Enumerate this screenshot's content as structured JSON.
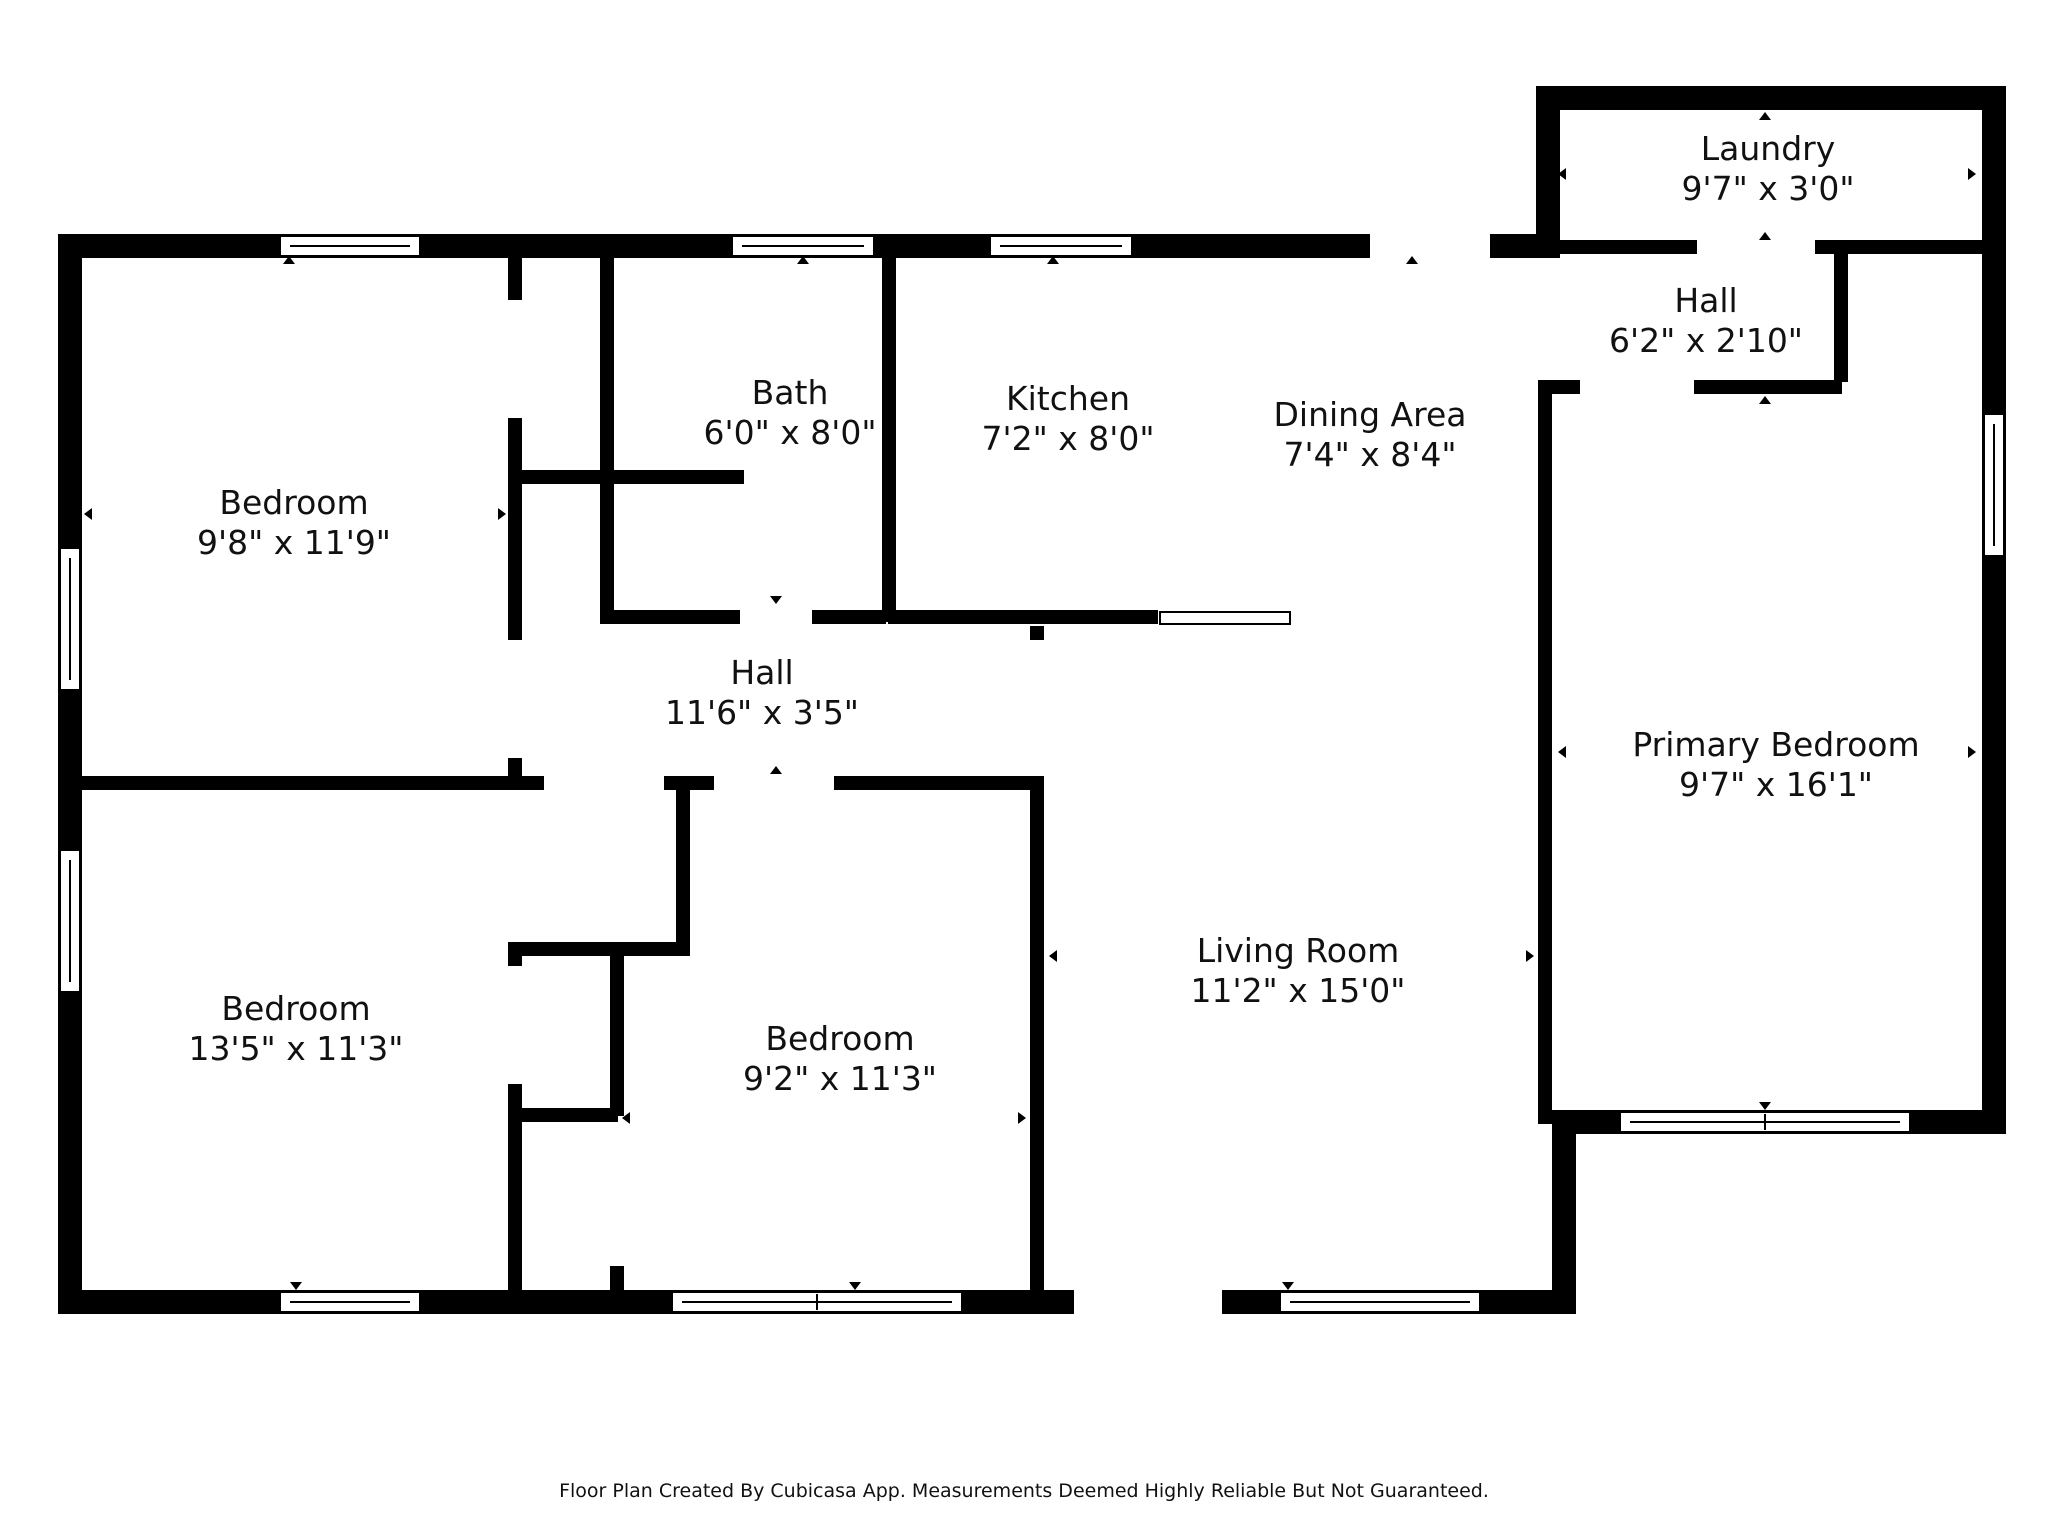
{
  "rooms": [
    {
      "id": "bedroom-1",
      "name": "Bedroom",
      "dims": "9'8\" x 11'9\""
    },
    {
      "id": "bedroom-2",
      "name": "Bedroom",
      "dims": "13'5\" x 11'3\""
    },
    {
      "id": "bedroom-3",
      "name": "Bedroom",
      "dims": "9'2\" x 11'3\""
    },
    {
      "id": "bath",
      "name": "Bath",
      "dims": "6'0\" x 8'0\""
    },
    {
      "id": "kitchen",
      "name": "Kitchen",
      "dims": "7'2\" x 8'0\""
    },
    {
      "id": "dining-area",
      "name": "Dining Area",
      "dims": "7'4\" x 8'4\""
    },
    {
      "id": "hall-main",
      "name": "Hall",
      "dims": "11'6\" x 3'5\""
    },
    {
      "id": "living-room",
      "name": "Living Room",
      "dims": "11'2\" x 15'0\""
    },
    {
      "id": "laundry",
      "name": "Laundry",
      "dims": "9'7\" x 3'0\""
    },
    {
      "id": "hall-small",
      "name": "Hall",
      "dims": "6'2\" x 2'10\""
    },
    {
      "id": "primary-bedroom",
      "name": "Primary Bedroom",
      "dims": "9'7\" x 16'1\""
    }
  ],
  "footer": {
    "text": "Floor Plan Created By Cubicasa App. Measurements Deemed Highly Reliable But Not Guaranteed."
  }
}
